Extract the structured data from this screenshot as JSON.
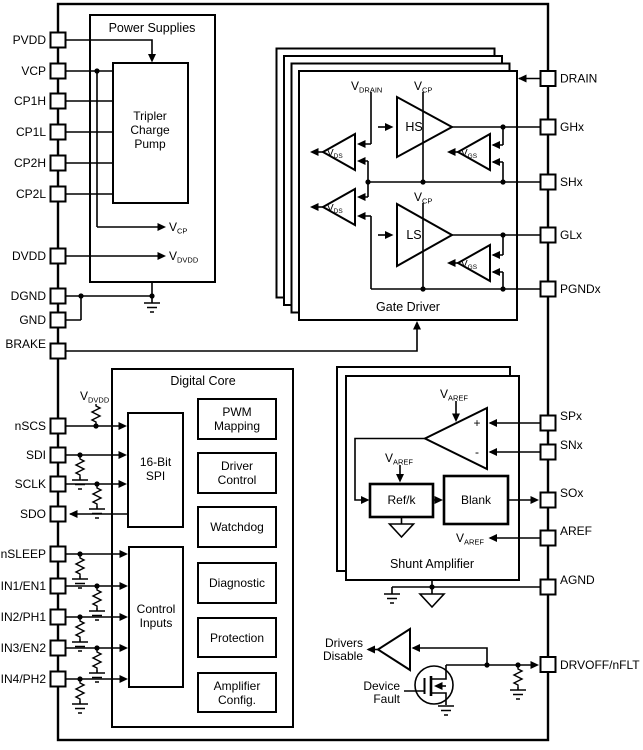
{
  "colors": {
    "line": "#000000",
    "background": "#ffffff"
  },
  "pins_left": [
    {
      "label": "PVDD"
    },
    {
      "label": "VCP"
    },
    {
      "label": "CP1H"
    },
    {
      "label": "CP1L"
    },
    {
      "label": "CP2H"
    },
    {
      "label": "CP2L"
    },
    {
      "label": "DVDD"
    },
    {
      "label": "DGND"
    },
    {
      "label": "GND"
    },
    {
      "label": "BRAKE"
    },
    {
      "label": "nSCS"
    },
    {
      "label": "SDI"
    },
    {
      "label": "SCLK"
    },
    {
      "label": "SDO"
    },
    {
      "label": "nSLEEP"
    },
    {
      "label": "IN1/EN1"
    },
    {
      "label": "IN2/PH1"
    },
    {
      "label": "IN3/EN2"
    },
    {
      "label": "IN4/PH2"
    }
  ],
  "pins_right": [
    {
      "label": "DRAIN"
    },
    {
      "label": "GHx"
    },
    {
      "label": "SHx"
    },
    {
      "label": "GLx"
    },
    {
      "label": "PGNDx"
    },
    {
      "label": "SPx"
    },
    {
      "label": "SNx"
    },
    {
      "label": "SOx"
    },
    {
      "label": "AREF"
    },
    {
      "label": "AGND"
    },
    {
      "label": "DRVOFF/nFLT"
    }
  ],
  "power_supplies": {
    "title": "Power Supplies",
    "charge_pump": {
      "line1": "Tripler",
      "line2": "Charge",
      "line3": "Pump"
    },
    "vcp_out": {
      "main": "V",
      "sub": "CP"
    },
    "vdvdd_out": {
      "main": "V",
      "sub": "DVDD"
    }
  },
  "gate_driver": {
    "title": "Gate Driver",
    "hs": "HS",
    "ls": "LS",
    "vdrain": {
      "main": "V",
      "sub": "DRAIN"
    },
    "vcp_hs": {
      "main": "V",
      "sub": "CP"
    },
    "vcp_ls": {
      "main": "V",
      "sub": "CP"
    },
    "vds_hs": {
      "main": "V",
      "sub": "DS"
    },
    "vds_ls": {
      "main": "V",
      "sub": "DS"
    },
    "vgs_hs": {
      "main": "V",
      "sub": "GS"
    },
    "vgs_ls": {
      "main": "V",
      "sub": "GS"
    }
  },
  "digital_core": {
    "title": "Digital Core",
    "vdvdd_pullup": {
      "main": "V",
      "sub": "DVDD"
    },
    "spi": {
      "line1": "16-Bit",
      "line2": "SPI"
    },
    "control_inputs": {
      "line1": "Control",
      "line2": "Inputs"
    },
    "blocks": [
      {
        "line1": "PWM",
        "line2": "Mapping"
      },
      {
        "line1": "Driver",
        "line2": "Control"
      },
      {
        "line1": "Watchdog"
      },
      {
        "line1": "Diagnostic"
      },
      {
        "line1": "Protection"
      },
      {
        "line1": "Amplifier",
        "line2": "Config."
      }
    ]
  },
  "shunt_amplifier": {
    "title": "Shunt Amplifier",
    "plus": "+",
    "minus": "-",
    "varef_top": {
      "main": "V",
      "sub": "AREF"
    },
    "varef_mid": {
      "main": "V",
      "sub": "AREF"
    },
    "varef_bot": {
      "main": "V",
      "sub": "AREF"
    },
    "refk": "Ref/k",
    "blank": "Blank"
  },
  "fault_logic": {
    "drivers_disable": {
      "line1": "Drivers",
      "line2": "Disable"
    },
    "device_fault": {
      "line1": "Device",
      "line2": "Fault"
    }
  }
}
